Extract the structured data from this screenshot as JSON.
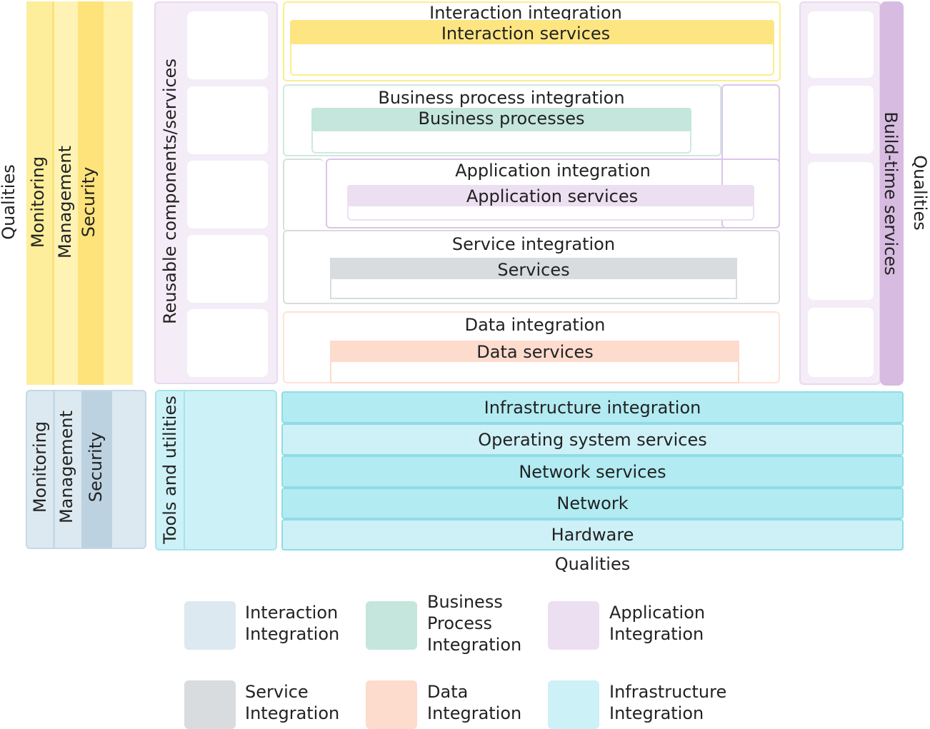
{
  "left_column": {
    "qualities": "Qualities",
    "monitoring": "Monitoring",
    "management": "Management",
    "security": "Security"
  },
  "reusable": {
    "label": "Reusable components/services"
  },
  "layers": {
    "interaction": {
      "integration": "Interaction integration",
      "services": "Interaction services"
    },
    "business": {
      "integration": "Business process integration",
      "services": "Business processes"
    },
    "application": {
      "integration": "Application integration",
      "services": "Application services"
    },
    "service": {
      "integration": "Service integration",
      "services": "Services"
    },
    "data": {
      "integration": "Data integration",
      "services": "Data services"
    }
  },
  "right_column": {
    "build_time": "Build-time services",
    "qualities": "Qualities"
  },
  "lower_left": {
    "monitoring": "Monitoring",
    "management": "Management",
    "security": "Security"
  },
  "tools": {
    "label": "Tools and utilities"
  },
  "infrastructure": {
    "bands": [
      "Infrastructure integration",
      "Operating system services",
      "Network services",
      "Network",
      "Hardware"
    ],
    "qualities": "Qualities"
  },
  "legend": [
    {
      "line1": "Interaction",
      "line2": "Integration",
      "line3": "",
      "color": "#dde9f1"
    },
    {
      "line1": "Business",
      "line2": "Process",
      "line3": "Integration",
      "color": "#c5e6dc"
    },
    {
      "line1": "Application",
      "line2": "Integration",
      "line3": "",
      "color": "#ecdff2"
    },
    {
      "line1": "Service",
      "line2": "Integration",
      "line3": "",
      "color": "#d8dcdf"
    },
    {
      "line1": "Data",
      "line2": "Integration",
      "line3": "",
      "color": "#fddbcd"
    },
    {
      "line1": "Infrastructure",
      "line2": "Integration",
      "line3": "",
      "color": "#ccf1f6"
    }
  ]
}
